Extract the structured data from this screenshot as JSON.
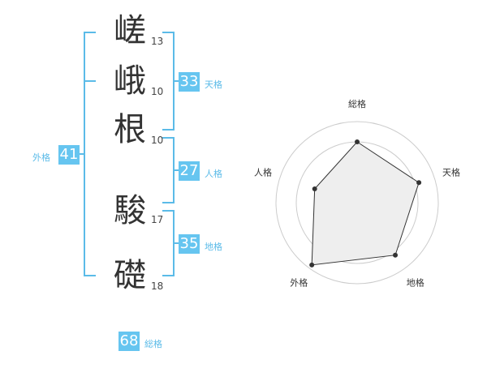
{
  "name": {
    "chars": [
      {
        "char": "嵯",
        "strokes": "13"
      },
      {
        "char": "峨",
        "strokes": "10"
      },
      {
        "char": "根",
        "strokes": "10"
      },
      {
        "char": "駿",
        "strokes": "17"
      },
      {
        "char": "礎",
        "strokes": "18"
      }
    ]
  },
  "kaku": {
    "tenkaku": {
      "value": "33",
      "label": "天格"
    },
    "jinkaku": {
      "value": "27",
      "label": "人格"
    },
    "chikaku": {
      "value": "35",
      "label": "地格"
    },
    "gaikaku": {
      "value": "41",
      "label": "外格"
    },
    "soukaku": {
      "value": "68",
      "label": "総格"
    }
  },
  "colors": {
    "accent": "#66c5f0",
    "bracket": "#5bbbe8",
    "radar_fill": "#eeeeee",
    "radar_line": "#333333"
  },
  "chart_data": {
    "type": "radar",
    "axes": [
      "総格",
      "天格",
      "地格",
      "外格",
      "人格"
    ],
    "values": [
      0.75,
      0.8,
      0.8,
      0.95,
      0.55
    ],
    "scale": [
      0,
      1
    ],
    "grid": true
  }
}
